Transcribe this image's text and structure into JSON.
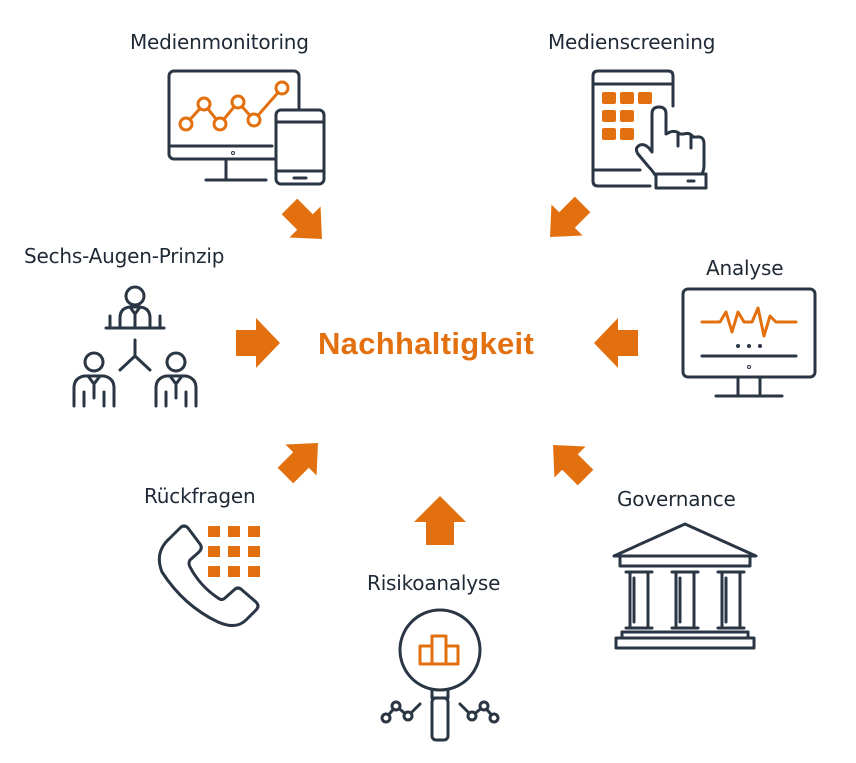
{
  "center": {
    "label": "Nachhaltigkeit"
  },
  "nodes": {
    "medienmonitoring": "Medienmonitoring",
    "medienscreening": "Medienscreening",
    "sechs_augen_prinzip": "Sechs-Augen-Prinzip",
    "analyse": "Analyse",
    "rueckfragen": "Rückfragen",
    "risikoanalyse": "Risikoanalyse",
    "governance": "Governance"
  },
  "colors": {
    "accent": "#e3700f",
    "icon_stroke": "#2b3644",
    "text": "#1f2a36"
  },
  "icons": {
    "medienmonitoring": "monitor-line-chart-and-phone-icon",
    "medienscreening": "tablet-touch-grid-icon",
    "sechs_augen_prinzip": "three-person-hierarchy-icon",
    "analyse": "monitor-waveform-icon",
    "rueckfragen": "phone-keypad-icon",
    "risikoanalyse": "magnifier-bar-chart-icon",
    "governance": "bank-building-icon"
  }
}
